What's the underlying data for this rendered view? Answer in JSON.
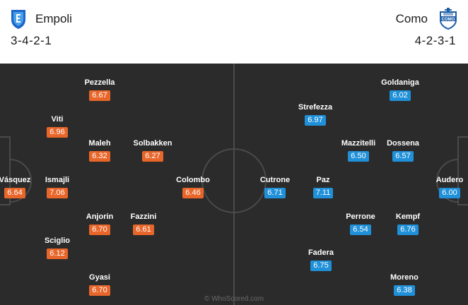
{
  "home": {
    "name": "Empoli",
    "formation": "3-4-2-1",
    "crest": "empoli-crest-icon",
    "color": "#e8662a",
    "players": [
      {
        "name": "Vásquez",
        "rating": "6.64"
      },
      {
        "name": "Viti",
        "rating": "6.96"
      },
      {
        "name": "Ismajli",
        "rating": "7.06"
      },
      {
        "name": "Sciglio",
        "rating": "6.12"
      },
      {
        "name": "Pezzella",
        "rating": "6.67"
      },
      {
        "name": "Maleh",
        "rating": "6.32"
      },
      {
        "name": "Anjorin",
        "rating": "6.70"
      },
      {
        "name": "Gyasi",
        "rating": "6.70"
      },
      {
        "name": "Solbakken",
        "rating": "6.27"
      },
      {
        "name": "Fazzini",
        "rating": "6.61"
      },
      {
        "name": "Colombo",
        "rating": "6.46"
      }
    ]
  },
  "away": {
    "name": "Como",
    "formation": "4-2-3-1",
    "crest": "como-crest-icon",
    "color": "#2090d8",
    "players": [
      {
        "name": "Audero",
        "rating": "6.00"
      },
      {
        "name": "Goldaniga",
        "rating": "6.02"
      },
      {
        "name": "Dossena",
        "rating": "6.57"
      },
      {
        "name": "Kempf",
        "rating": "6.76"
      },
      {
        "name": "Moreno",
        "rating": "6.38"
      },
      {
        "name": "Mazzitelli",
        "rating": "6.50"
      },
      {
        "name": "Perrone",
        "rating": "6.54"
      },
      {
        "name": "Strefezza",
        "rating": "6.97"
      },
      {
        "name": "Paz",
        "rating": "7.11"
      },
      {
        "name": "Fadera",
        "rating": "6.75"
      },
      {
        "name": "Cutrone",
        "rating": "6.71"
      }
    ]
  },
  "watermark": "© WhoScored.com"
}
